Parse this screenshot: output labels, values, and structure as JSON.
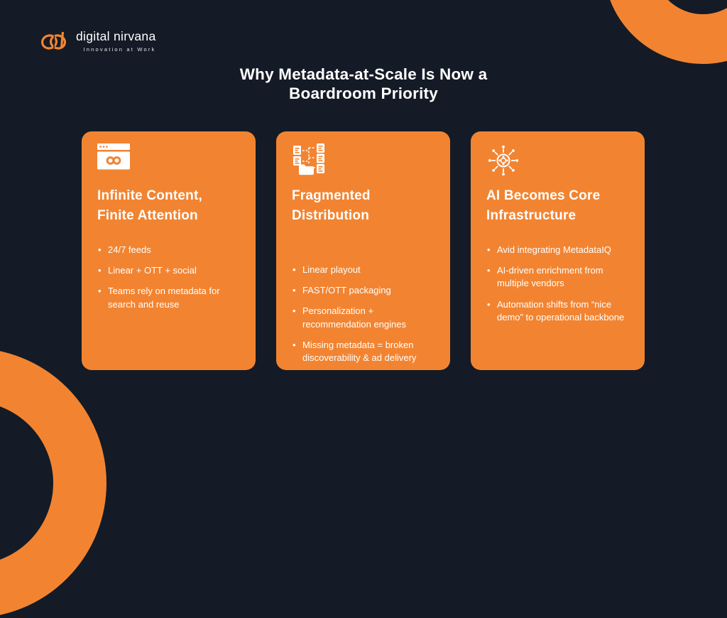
{
  "page": {
    "background_color": "#141B26",
    "accent_color": "#F28431",
    "text_color": "#FFFFFF"
  },
  "logo": {
    "name": "digital nirvana",
    "tagline": "Innovation at Work",
    "mark_icon": "digital-nirvana-logo-icon"
  },
  "title": {
    "line1": "Why Metadata-at-Scale Is Now a",
    "line2": "Boardroom Priority"
  },
  "decorations": [
    "top-right-ring",
    "bottom-left-ring"
  ],
  "cards": [
    {
      "icon": "browser-infinity-icon",
      "title": "Infinite Content, Finite Attention",
      "bullets": [
        "24/7 feeds",
        "Linear + OTT + social",
        "Teams rely on metadata for search and reuse"
      ]
    },
    {
      "icon": "fragmented-files-icon",
      "title": "Fragmented Distribution",
      "bullets": [
        "Linear playout",
        "FAST/OTT packaging",
        "Personalization + recommendation engines",
        "Missing metadata = broken discoverability & ad delivery"
      ]
    },
    {
      "icon": "ai-network-icon",
      "title": "AI Becomes Core Infrastructure",
      "bullets": [
        "Avid integrating MetadataIQ",
        "AI-driven enrichment from multiple vendors",
        "Automation shifts from “nice demo” to operational backbone"
      ]
    }
  ]
}
